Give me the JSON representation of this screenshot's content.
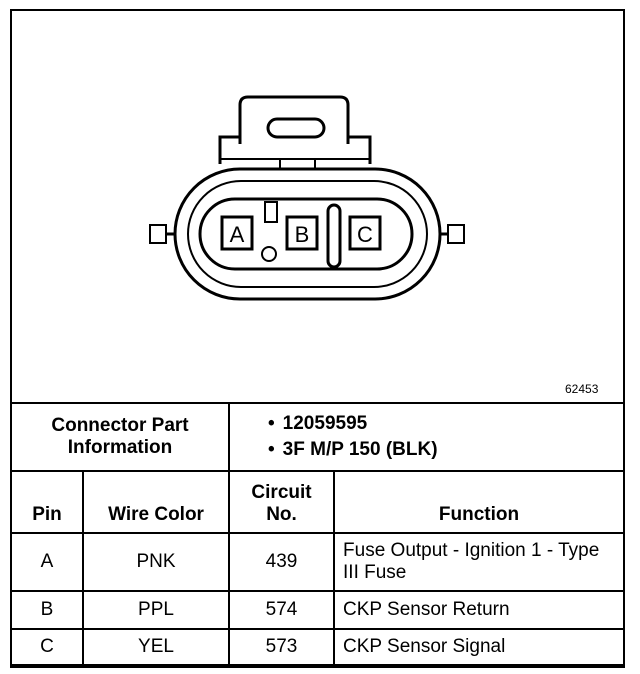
{
  "diagram": {
    "pins": [
      "A",
      "B",
      "C"
    ],
    "figure_id": "62453"
  },
  "part_info": {
    "label": "Connector Part Information",
    "items": [
      "12059595",
      "3F M/P 150 (BLK)"
    ]
  },
  "table": {
    "headers": {
      "pin": "Pin",
      "wire_color": "Wire Color",
      "circuit_no_line1": "Circuit",
      "circuit_no_line2": "No.",
      "function": "Function"
    },
    "rows": [
      {
        "pin": "A",
        "wire_color": "PNK",
        "circuit": "439",
        "function": "Fuse Output - Ignition 1 - Type III Fuse"
      },
      {
        "pin": "B",
        "wire_color": "PPL",
        "circuit": "574",
        "function": "CKP Sensor Return"
      },
      {
        "pin": "C",
        "wire_color": "YEL",
        "circuit": "573",
        "function": "CKP Sensor Signal"
      }
    ]
  }
}
